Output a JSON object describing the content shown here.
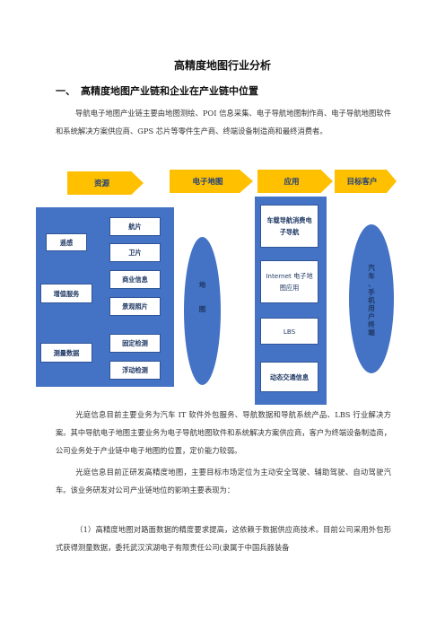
{
  "document": {
    "title": "高精度地图行业分析",
    "section": {
      "number": "一、",
      "heading": "高精度地图产业链和企业在产业链中位置"
    },
    "paragraphs": [
      "导航电子地图产业链主要由地图测绘、POI 信息采集、电子导航地图制作商、电子导航地图软件和系统解决方案供应商、GPS 芯片等零件生产商、终端设备制造商和最终消费者。",
      "光庭信息目前主要业务为汽车 IT 软件外包服务、导航数据和导航系统产品、LBS 行业解决方案。其中导航电子地图主要业务为电子导航地图软件和系统解决方案供应商，客户为终端设备制造商，公司业务处于产业链中电子地图的位置，定价能力较弱。",
      "光庭信息目前正研发高精度地图，主要目标市场定位为主动安全驾驶、辅助驾驶、自动驾驶汽车。该业务研发对公司产业链地位的影响主要表现为：",
      "（1）高精度地图对路面数据的精度要求提高，这依赖于数据供应商技术。目前公司采用外包形式获得测量数据，委托武汉滨湖电子有限责任公司(隶属于中国兵器装备"
    ]
  },
  "diagram": {
    "stages": [
      "资源",
      "电子地图",
      "应用",
      "目标客户"
    ],
    "left_labels": [
      "遥感",
      "增值服务",
      "测量数据"
    ],
    "sources": [
      "航片",
      "卫片",
      "商业信息",
      "景观照片",
      "固定检测",
      "浮动检测"
    ],
    "map_label": [
      "地",
      "图"
    ],
    "applications": [
      "车载导航消费电子导航",
      "Internet 电子地图应用",
      "LBS",
      "动态交通信息"
    ],
    "target_customers": [
      "汽",
      "车",
      "、",
      "手",
      "机",
      "用",
      "户",
      "终",
      "端"
    ]
  }
}
